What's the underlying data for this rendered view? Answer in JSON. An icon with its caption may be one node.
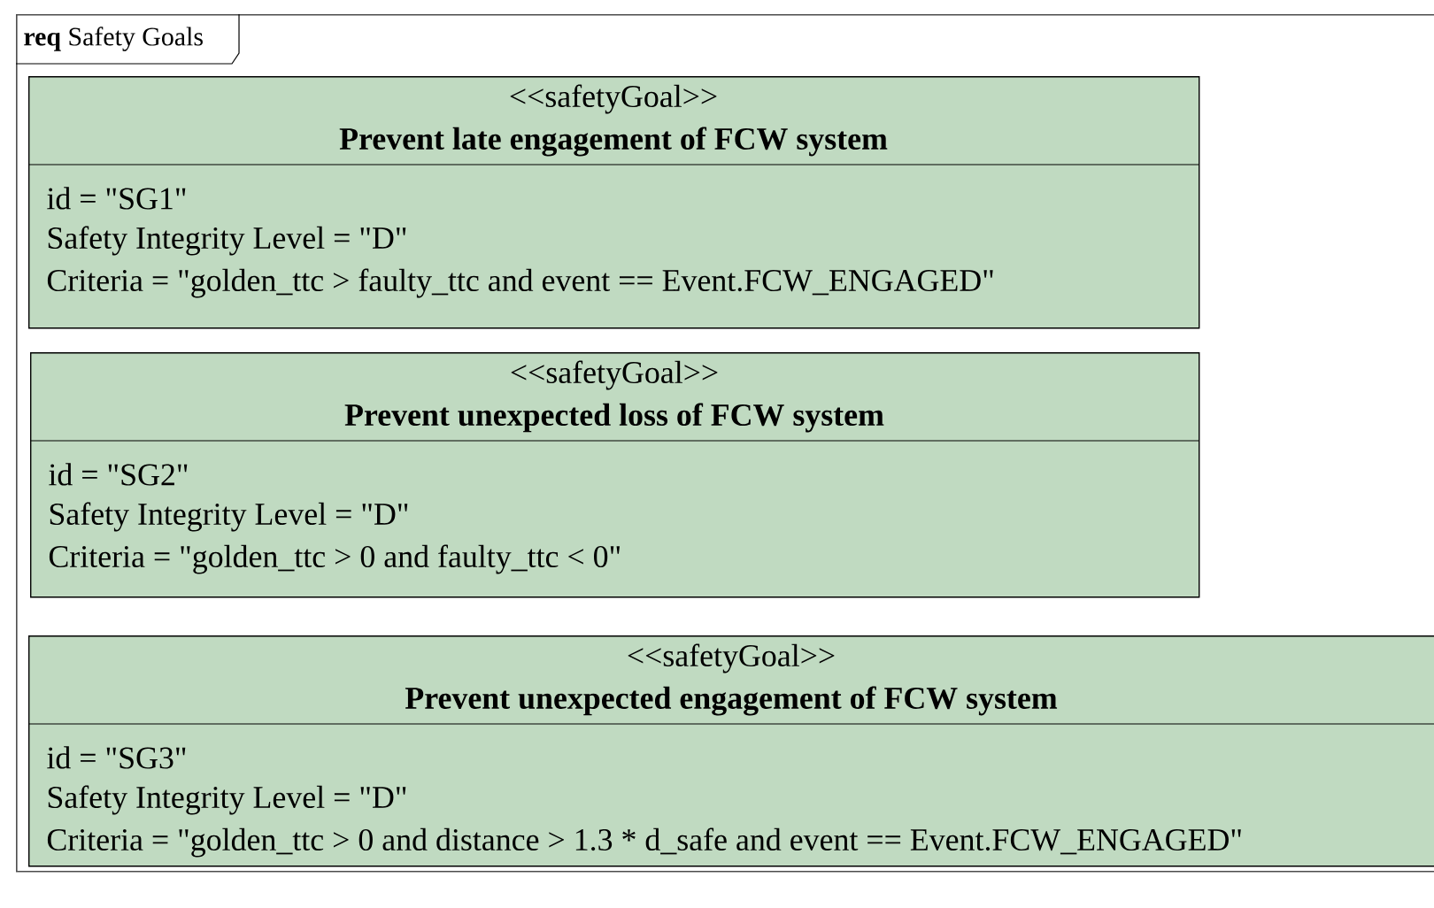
{
  "diagram": {
    "nodes": [
      {
        "text": [
          "**req** Safety Goals"
        ]
      },
      {
        "text": [
          "<<safetyGoal>>",
          "Prevent late engagement of FCW system",
          "id = \"SG1\"",
          "Safety Integrity Level = \"D\"",
          "Criteria = \"golden_ttc > faulty_ttc and event == Event.FCW_ENGAGED\""
        ],
        "in": 0
      },
      {
        "text": [
          "<<safetyGoal>>",
          "Prevent unexpected loss of FCW system",
          "id = \"SG2\"",
          "Safety Integrity Level = \"D\"",
          "Criteria = \"golden_ttc > 0 and faulty_ttc < 0\""
        ],
        "in": 0
      },
      {
        "text": [
          "<<safetyGoal>>",
          "Prevent unexpected engagement of FCW system",
          "id = \"SG3\"",
          "Safety Integrity Level = \"D\"",
          "Criteria = \"golden_ttc > 0 and distance > 1.3 * d_safe and event == Event.FCW_ENGAGED\""
        ],
        "in": 0
      }
    ]
  }
}
